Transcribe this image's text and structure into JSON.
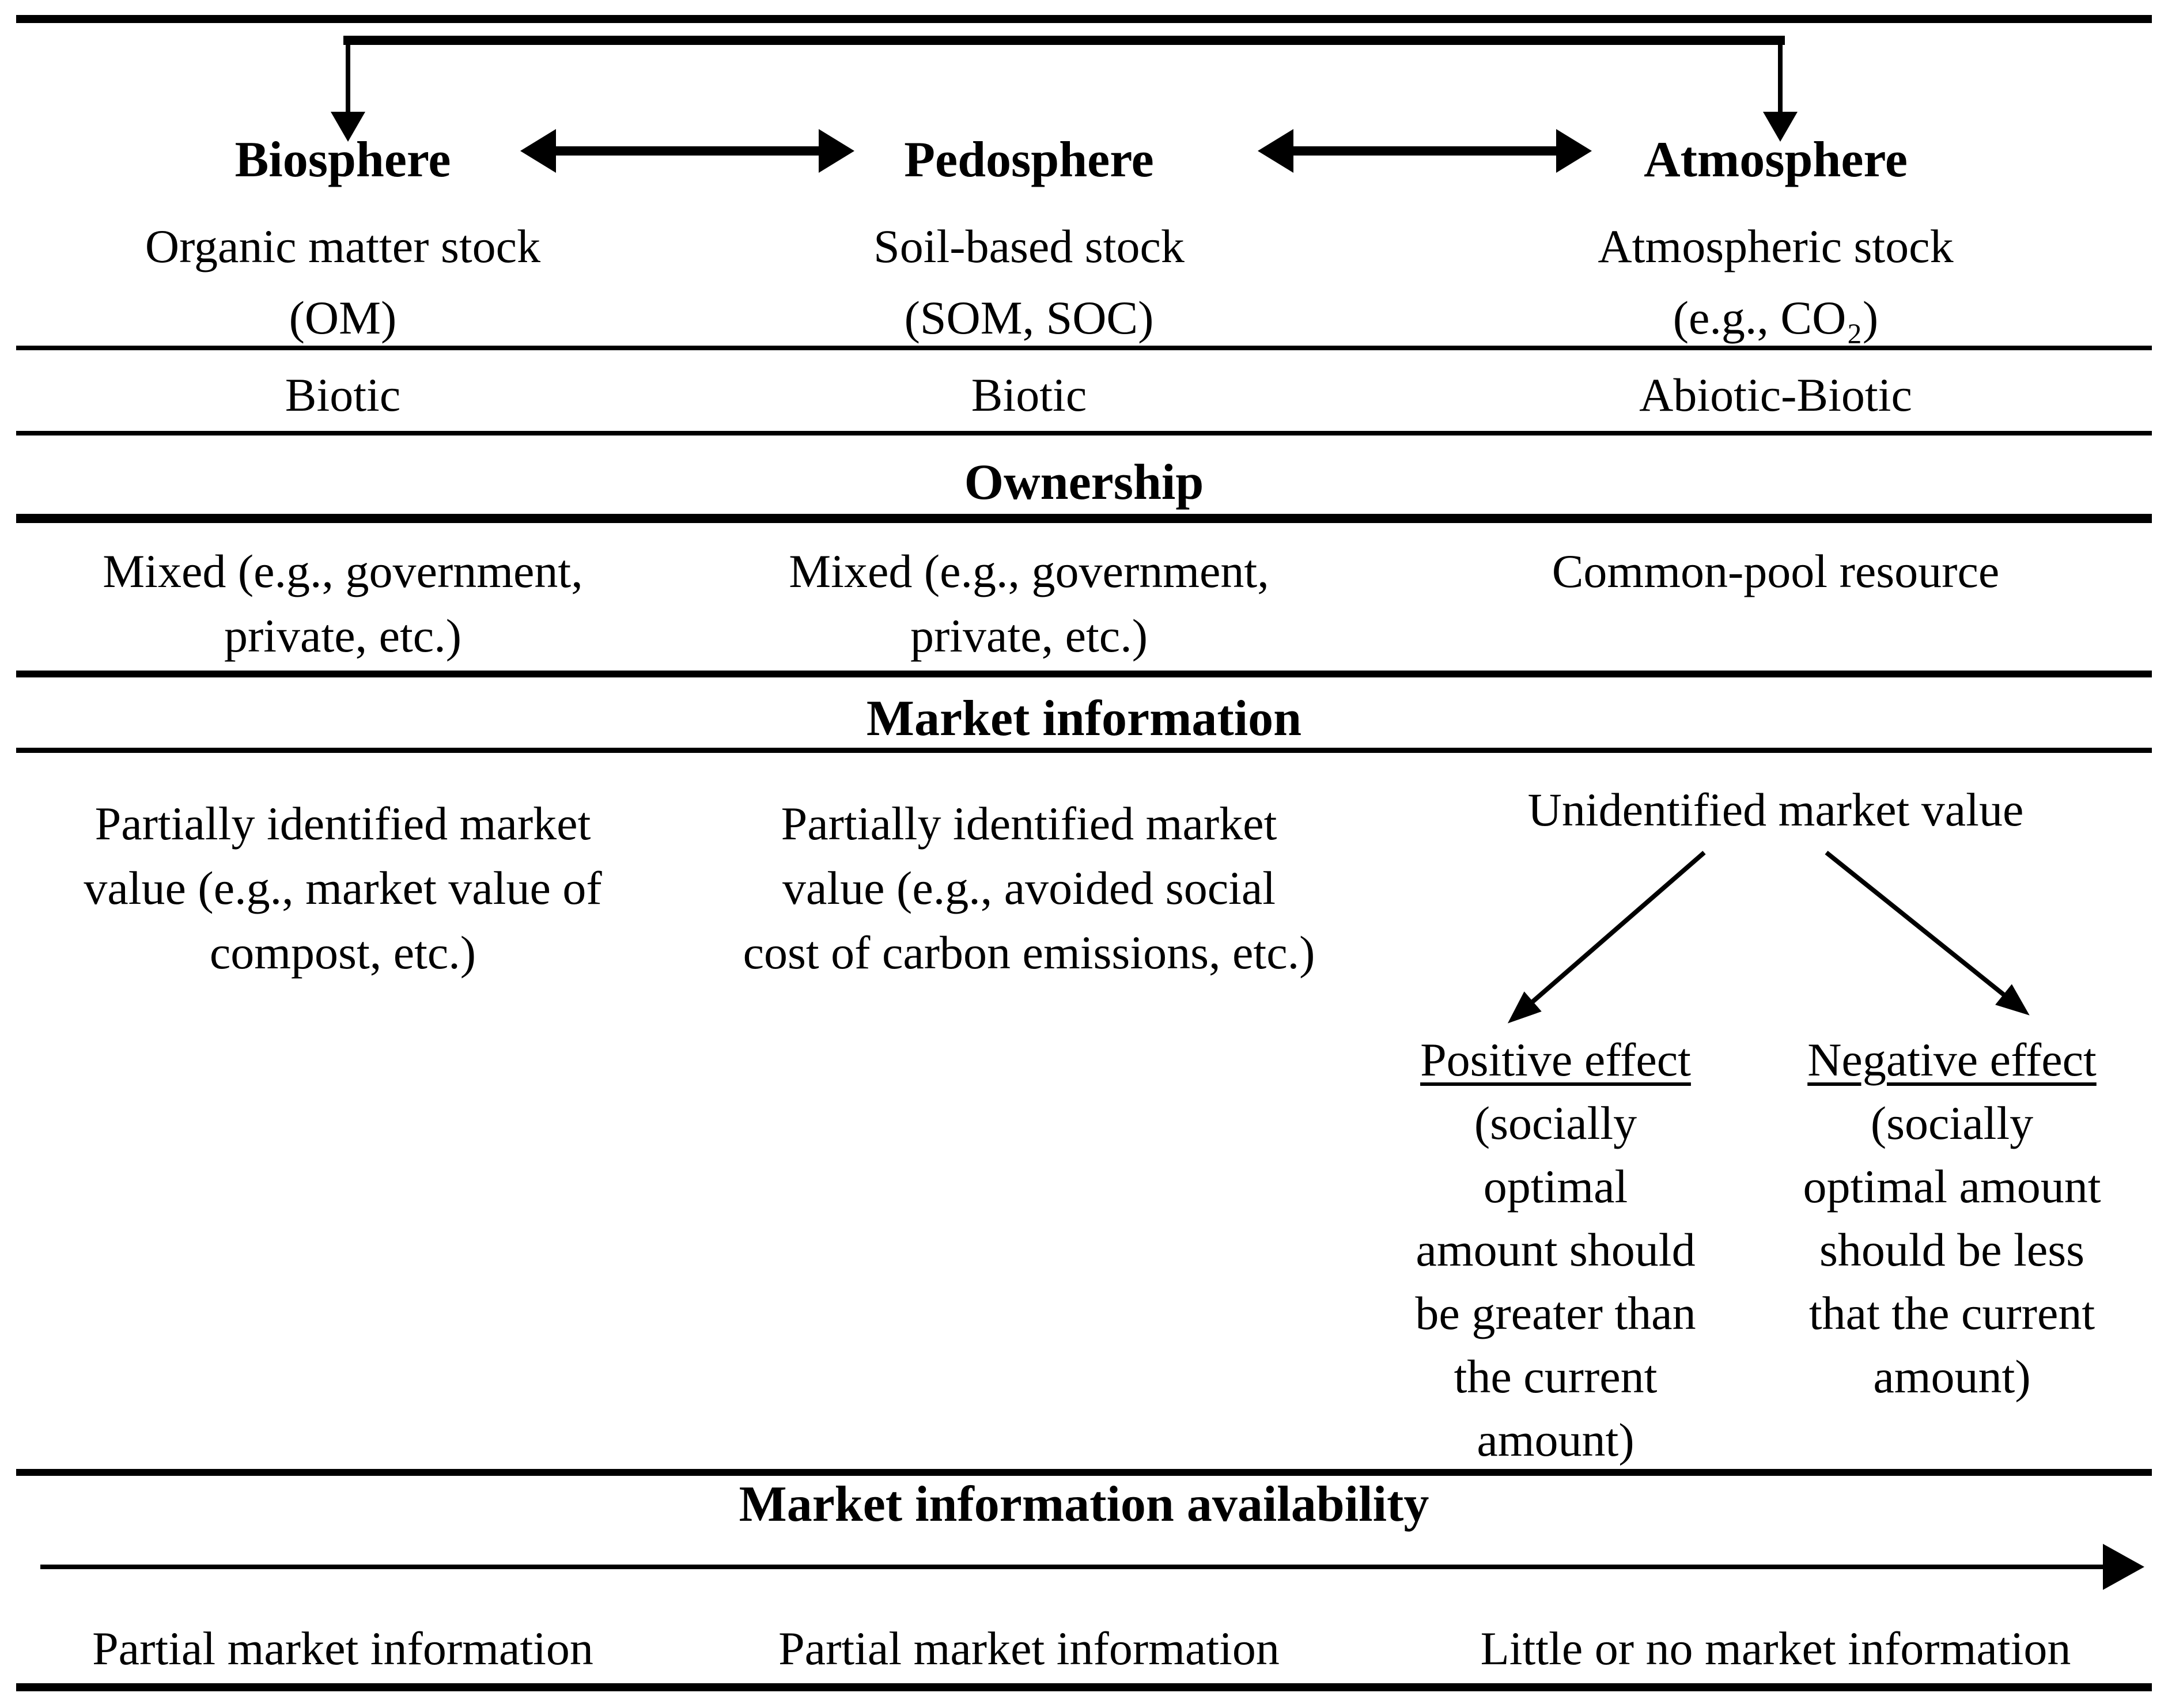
{
  "colors": {
    "ink": "#000000",
    "background": "#ffffff"
  },
  "table": {
    "headers": {
      "ownership": "Ownership",
      "market_information": "Market information",
      "availability": "Market information availability"
    },
    "columns": [
      {
        "sphere": "Biosphere",
        "stock": "Organic matter stock",
        "abbr": "(OM)",
        "nature": "Biotic",
        "ownership_lines": [
          "Mixed (e.g., government,",
          "private, etc.)"
        ],
        "market_lines": [
          "Partially identified market",
          "value (e.g., market value of",
          "compost, etc.)"
        ],
        "availability": "Partial market information"
      },
      {
        "sphere": "Pedosphere",
        "stock": "Soil-based stock",
        "abbr": "(SOM, SOC)",
        "nature": "Biotic",
        "ownership_lines": [
          "Mixed (e.g., government,",
          "private, etc.)"
        ],
        "market_lines": [
          "Partially identified market",
          "value (e.g., avoided social",
          "cost of carbon emissions, etc.)"
        ],
        "availability": "Partial market information"
      },
      {
        "sphere": "Atmosphere",
        "stock": "Atmospheric stock",
        "abbr": "(e.g., CO₂)",
        "nature": "Abiotic-Biotic",
        "ownership": "Common-pool resource",
        "market_value": "Unidentified market value",
        "availability": "Little or no market information"
      }
    ],
    "effects": {
      "positive": {
        "label": "Positive effect",
        "lines": [
          "(socially",
          "optimal",
          "amount should",
          "be greater than",
          "the current",
          "amount)"
        ]
      },
      "negative": {
        "label": "Negative effect",
        "lines": [
          "(socially",
          "optimal amount",
          "should be less",
          "that the current",
          "amount)"
        ]
      }
    }
  }
}
